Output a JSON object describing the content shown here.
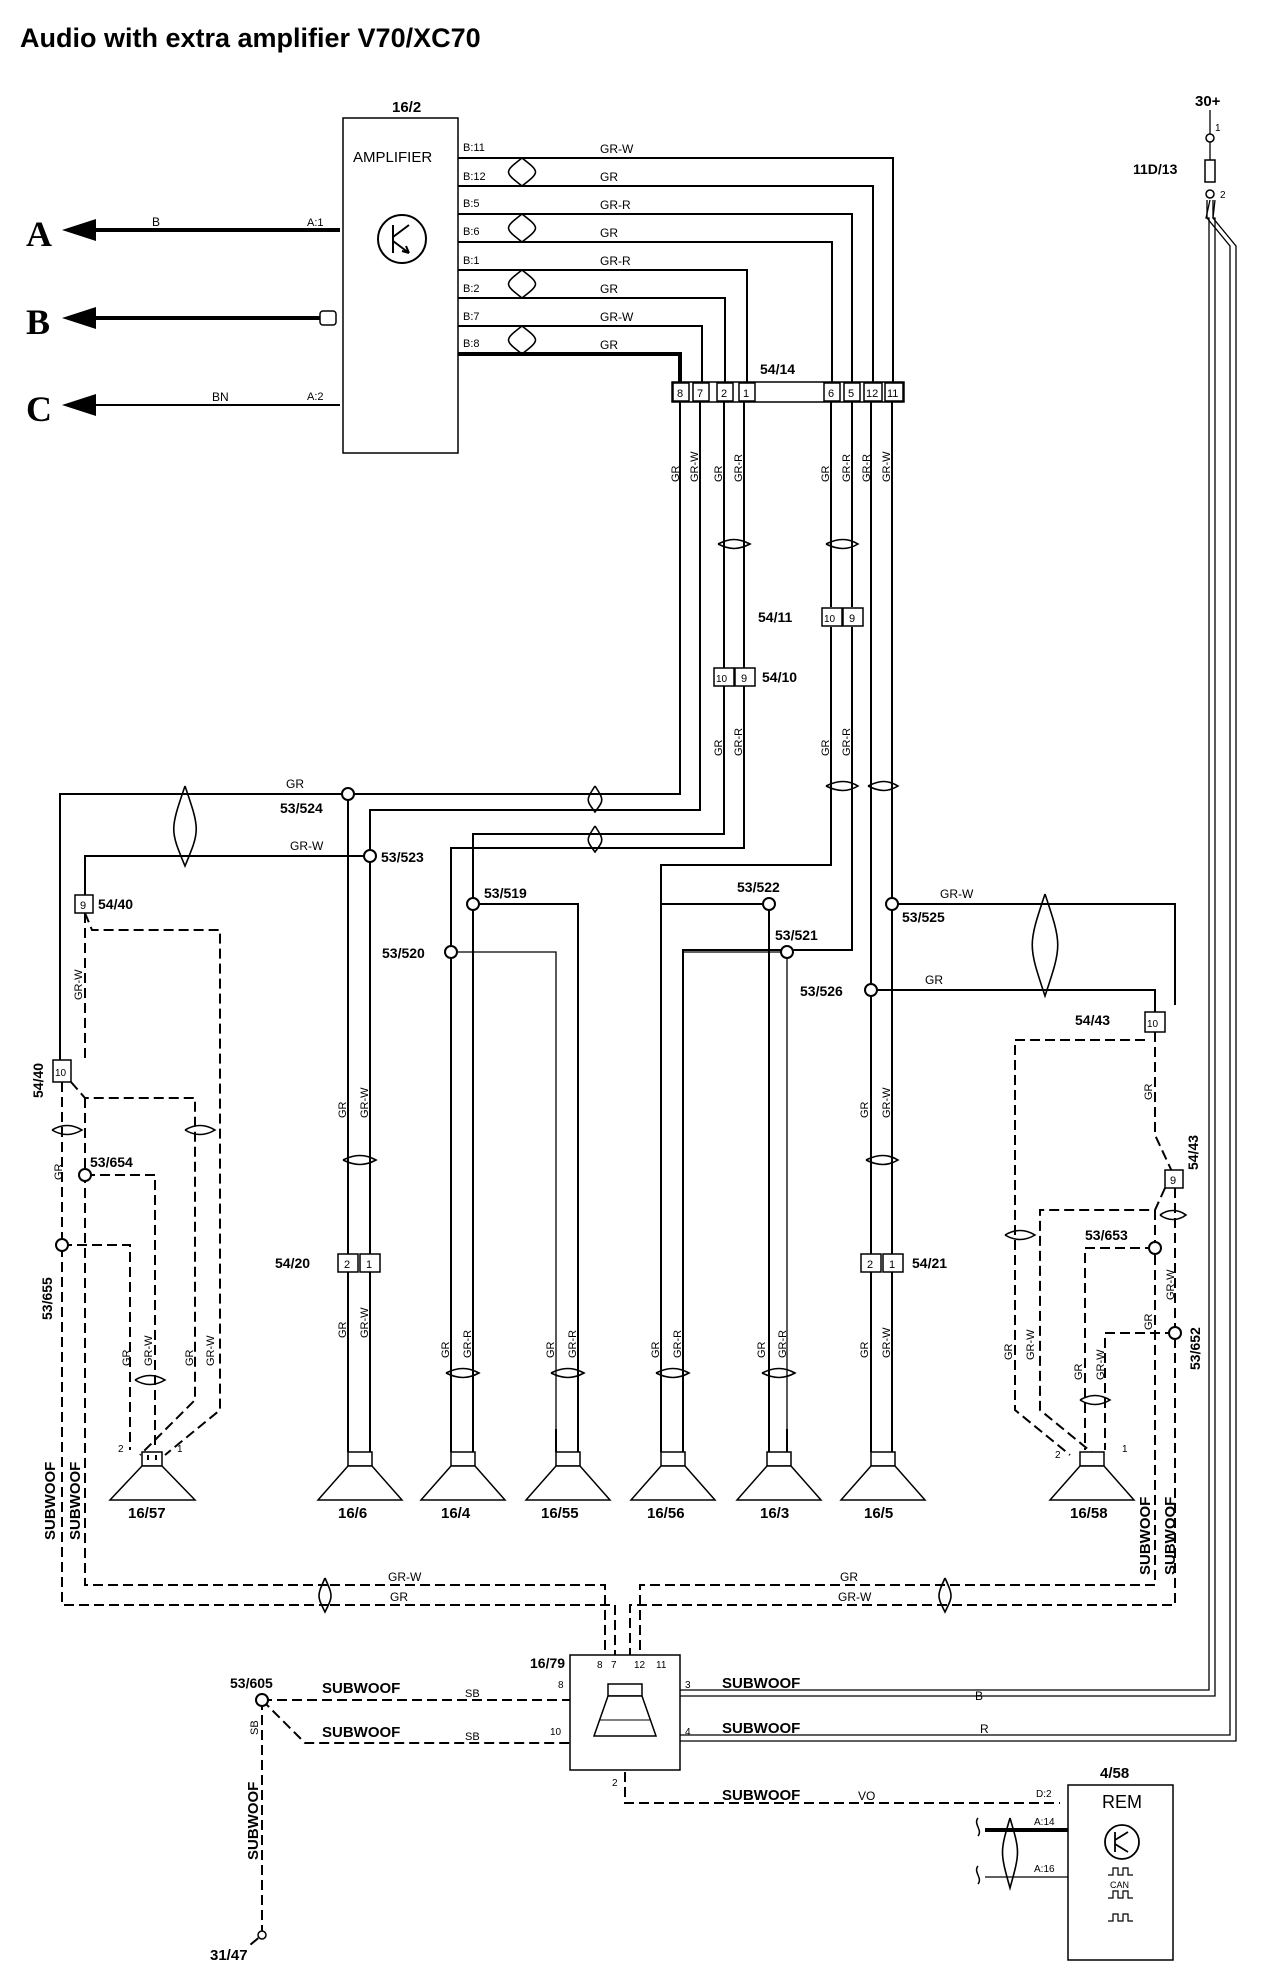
{
  "title": "Audio with extra amplifier V70/XC70",
  "arrows": [
    "A",
    "B",
    "C"
  ],
  "amplifier": {
    "id": "16/2",
    "label": "AMPLIFIER",
    "pins": [
      "B:11",
      "B:12",
      "B:5",
      "B:6",
      "B:1",
      "B:2",
      "B:7",
      "B:8"
    ],
    "a_pins": [
      "A:1",
      "A:2"
    ],
    "wire_colors": [
      "GR-W",
      "GR",
      "GR-R",
      "GR",
      "GR-R",
      "GR",
      "GR-W",
      "GR"
    ],
    "left_wire_colors": [
      "B",
      "BN"
    ]
  },
  "power": {
    "supply": "30+",
    "fuse": "11D/13",
    "pin1": "1",
    "pin2": "2"
  },
  "connectors": {
    "c54_14": {
      "id": "54/14",
      "pins": [
        "8",
        "7",
        "2",
        "1",
        "6",
        "5",
        "12",
        "11"
      ]
    },
    "c54_11": {
      "id": "54/11",
      "pins": [
        "10",
        "9"
      ]
    },
    "c54_10": {
      "id": "54/10",
      "pins": [
        "10",
        "9"
      ]
    },
    "c54_40": {
      "id": "54/40",
      "pin_a": "9",
      "pin_b": "10"
    },
    "c54_43": {
      "id": "54/43",
      "pin_a": "10",
      "pin_b": "9"
    },
    "c54_20": {
      "id": "54/20",
      "pins": [
        "2",
        "1"
      ]
    },
    "c54_21": {
      "id": "54/21",
      "pins": [
        "2",
        "1"
      ]
    }
  },
  "splices": [
    "53/524",
    "53/523",
    "53/519",
    "53/520",
    "53/522",
    "53/521",
    "53/525",
    "53/526",
    "53/654",
    "53/655",
    "53/653",
    "53/652",
    "53/605"
  ],
  "speakers": [
    {
      "id": "16/57",
      "pin_left": "2",
      "pin_right": "1"
    },
    {
      "id": "16/6"
    },
    {
      "id": "16/4"
    },
    {
      "id": "16/55"
    },
    {
      "id": "16/56"
    },
    {
      "id": "16/3"
    },
    {
      "id": "16/5"
    },
    {
      "id": "16/58",
      "pin_left": "2",
      "pin_right": "1"
    }
  ],
  "wire_labels": {
    "gr": "GR",
    "grw": "GR-W",
    "grr": "GR-R",
    "sb": "SB",
    "b": "B",
    "r": "R",
    "vo": "VO",
    "subwoof": "SUBWOOF"
  },
  "subwoofer_unit": {
    "id": "16/79",
    "top_pins": [
      "8",
      "7",
      "12",
      "11"
    ],
    "left_pins": [
      "8",
      "10"
    ],
    "right_pins": [
      "3",
      "4"
    ],
    "bottom_pin": "2"
  },
  "rem": {
    "id": "4/58",
    "label": "REM",
    "pins": [
      "D:2",
      "A:14",
      "A:16"
    ],
    "can_label": "CAN"
  },
  "ground": "31/47"
}
